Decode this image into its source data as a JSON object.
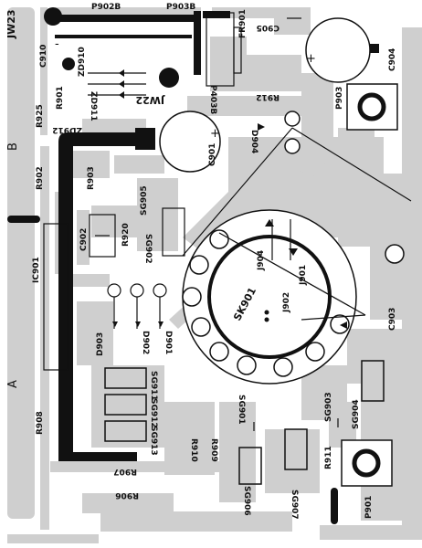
{
  "board": {
    "zone_labels": {
      "a": "A",
      "b": "B"
    },
    "jumpers": {
      "jw23": "JW23",
      "jw22": "JW22"
    },
    "pads": {
      "p902b": "P902B",
      "p903b": "P903B",
      "p403b": "P403B"
    },
    "fuse": "FR901",
    "socket": "SK901",
    "ic": "IC901",
    "capacitors": {
      "c901": "C901",
      "c902": "C902",
      "c903": "C903",
      "c904": "C904",
      "c905": "C905",
      "c910": "C910"
    },
    "resistors": {
      "r901": "R901",
      "r902": "R902",
      "r903": "R903",
      "r906": "R906",
      "r907": "R907",
      "r908": "R908",
      "r909": "R909",
      "r910": "R910",
      "r911": "R911",
      "r912": "R912",
      "r920": "R920",
      "r925": "R925"
    },
    "diodes": {
      "d901": "D901",
      "d902": "D902",
      "d903": "D903",
      "d904": "D904",
      "zd910": "ZD910",
      "zd911": "ZD911",
      "zd912": "ZD912"
    },
    "spark_gaps": {
      "sg901": "SG901",
      "sg902": "SG902",
      "sg903": "SG903",
      "sg904": "SG904",
      "sg905": "SG905",
      "sg906": "SG906",
      "sg907": "SG907",
      "sg911": "SG911",
      "sg912": "SG912",
      "sg913": "SG913"
    },
    "connectors": {
      "j901": "J901",
      "j902": "J902",
      "j904": "J904"
    },
    "test_points": {
      "p901": "P901",
      "p903": "P903"
    },
    "polarity": {
      "plus": "+",
      "minus": "-"
    }
  },
  "colors": {
    "trace": "#cfcfcf",
    "copper_dark": "#111111",
    "board_bg": "#ffffff"
  }
}
